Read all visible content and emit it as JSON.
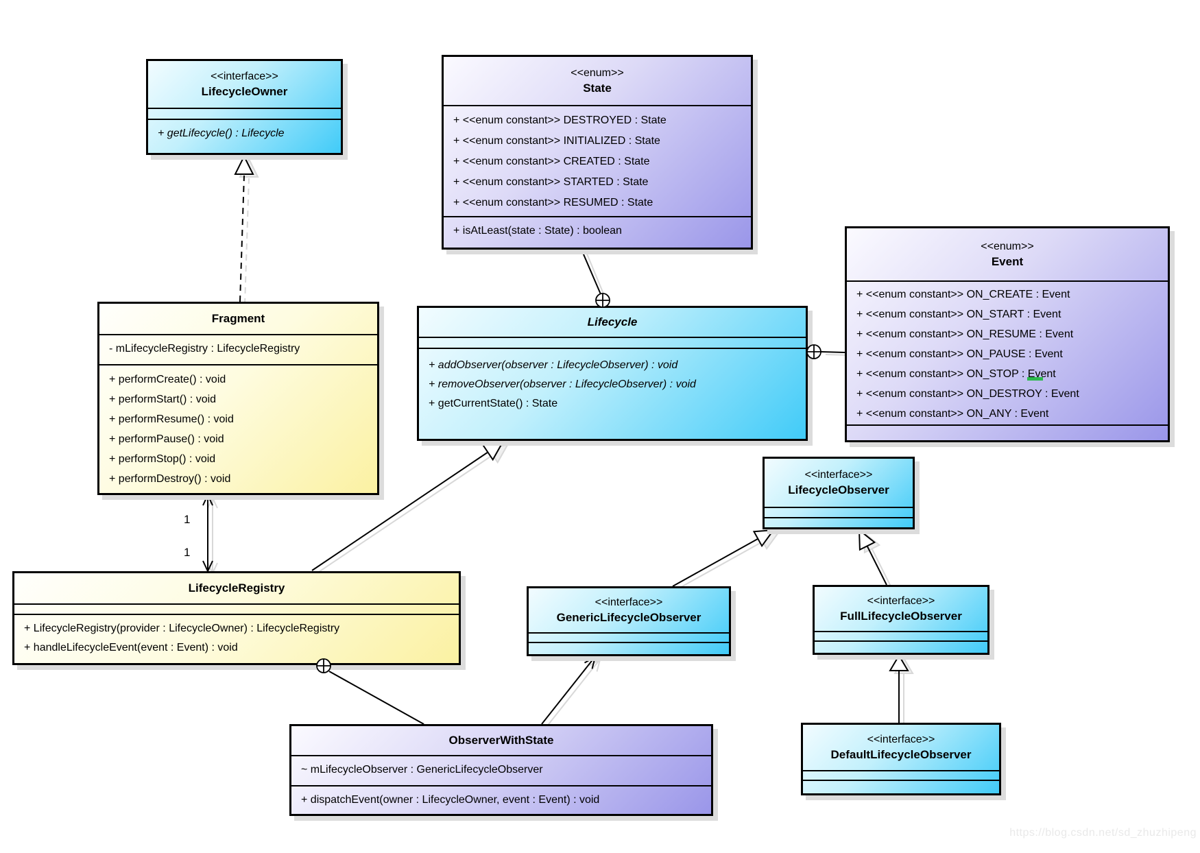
{
  "diagram": {
    "kind": "UML class diagram",
    "subject": "Android Lifecycle architecture",
    "watermark": "https://blog.csdn.net/sd_zhuzhipeng",
    "colors": {
      "interface_fill": "#41cbf8",
      "enum_fill": "#9a96e9",
      "class_fill": "#fbf1a2",
      "border": "#000000",
      "shadow": "#dcdcdc",
      "green_mark": "#2db94d"
    }
  },
  "classes": {
    "lifecycle_owner": {
      "stereotype": "<<interface>>",
      "name": "LifecycleOwner",
      "attributes": [],
      "methods": [
        "+ getLifecycle() : Lifecycle"
      ]
    },
    "state": {
      "stereotype": "<<enum>>",
      "name": "State",
      "attributes": [
        "+ <<enum constant>> DESTROYED : State",
        "+ <<enum constant>> INITIALIZED : State",
        "+ <<enum constant>> CREATED : State",
        "+ <<enum constant>> STARTED : State",
        "+ <<enum constant>> RESUMED : State"
      ],
      "methods": [
        "+ isAtLeast(state : State) : boolean"
      ]
    },
    "event": {
      "stereotype": "<<enum>>",
      "name": "Event",
      "attributes": [
        "+ <<enum constant>> ON_CREATE : Event",
        "+ <<enum constant>> ON_START : Event",
        "+ <<enum constant>> ON_RESUME : Event",
        "+ <<enum constant>> ON_PAUSE : Event",
        "+ <<enum constant>> ON_STOP : Event",
        "+ <<enum constant>> ON_DESTROY : Event",
        "+ <<enum constant>> ON_ANY : Event"
      ],
      "methods": []
    },
    "fragment": {
      "stereotype": "",
      "name": "Fragment",
      "attributes": [
        "- mLifecycleRegistry : LifecycleRegistry"
      ],
      "methods": [
        "+ performCreate() : void",
        "+ performStart() : void",
        "+ performResume() : void",
        "+ performPause() : void",
        "+ performStop() : void",
        "+ performDestroy() : void"
      ]
    },
    "lifecycle": {
      "stereotype": "",
      "name": "Lifecycle",
      "attributes": [],
      "methods": [
        "+ addObserver(observer : LifecycleObserver) : void",
        "+ removeObserver(observer : LifecycleObserver) : void",
        "+ getCurrentState() : State"
      ]
    },
    "lifecycle_observer": {
      "stereotype": "<<interface>>",
      "name": "LifecycleObserver",
      "attributes": [],
      "methods": []
    },
    "lifecycle_registry": {
      "stereotype": "",
      "name": "LifecycleRegistry",
      "attributes": [],
      "methods": [
        "+ LifecycleRegistry(provider : LifecycleOwner) : LifecycleRegistry",
        "+ handleLifecycleEvent(event : Event) : void"
      ]
    },
    "generic_lifecycle_observer": {
      "stereotype": "<<interface>>",
      "name": "GenericLifecycleObserver",
      "attributes": [],
      "methods": []
    },
    "full_lifecycle_observer": {
      "stereotype": "<<interface>>",
      "name": "FullLifecycleObserver",
      "attributes": [],
      "methods": []
    },
    "observer_with_state": {
      "stereotype": "",
      "name": "ObserverWithState",
      "attributes": [
        "~ mLifecycleObserver : GenericLifecycleObserver"
      ],
      "methods": [
        "+ dispatchEvent(owner : LifecycleOwner, event : Event) : void"
      ]
    },
    "default_lifecycle_observer": {
      "stereotype": "<<interface>>",
      "name": "DefaultLifecycleObserver",
      "attributes": [],
      "methods": []
    }
  },
  "relationships": [
    {
      "type": "realization",
      "from": "Fragment",
      "to": "LifecycleOwner"
    },
    {
      "type": "association",
      "from": "Fragment",
      "to": "LifecycleRegistry",
      "bidirectional": true,
      "from_multiplicity": "1",
      "to_multiplicity": "1"
    },
    {
      "type": "generalization",
      "from": "LifecycleRegistry",
      "to": "Lifecycle"
    },
    {
      "type": "containment",
      "from": "Lifecycle",
      "to": "State"
    },
    {
      "type": "containment",
      "from": "Lifecycle",
      "to": "Event"
    },
    {
      "type": "containment",
      "from": "LifecycleRegistry",
      "to": "ObserverWithState"
    },
    {
      "type": "association",
      "from": "ObserverWithState",
      "to": "GenericLifecycleObserver"
    },
    {
      "type": "generalization",
      "from": "GenericLifecycleObserver",
      "to": "LifecycleObserver"
    },
    {
      "type": "generalization",
      "from": "FullLifecycleObserver",
      "to": "LifecycleObserver"
    },
    {
      "type": "generalization",
      "from": "DefaultLifecycleObserver",
      "to": "FullLifecycleObserver"
    }
  ]
}
